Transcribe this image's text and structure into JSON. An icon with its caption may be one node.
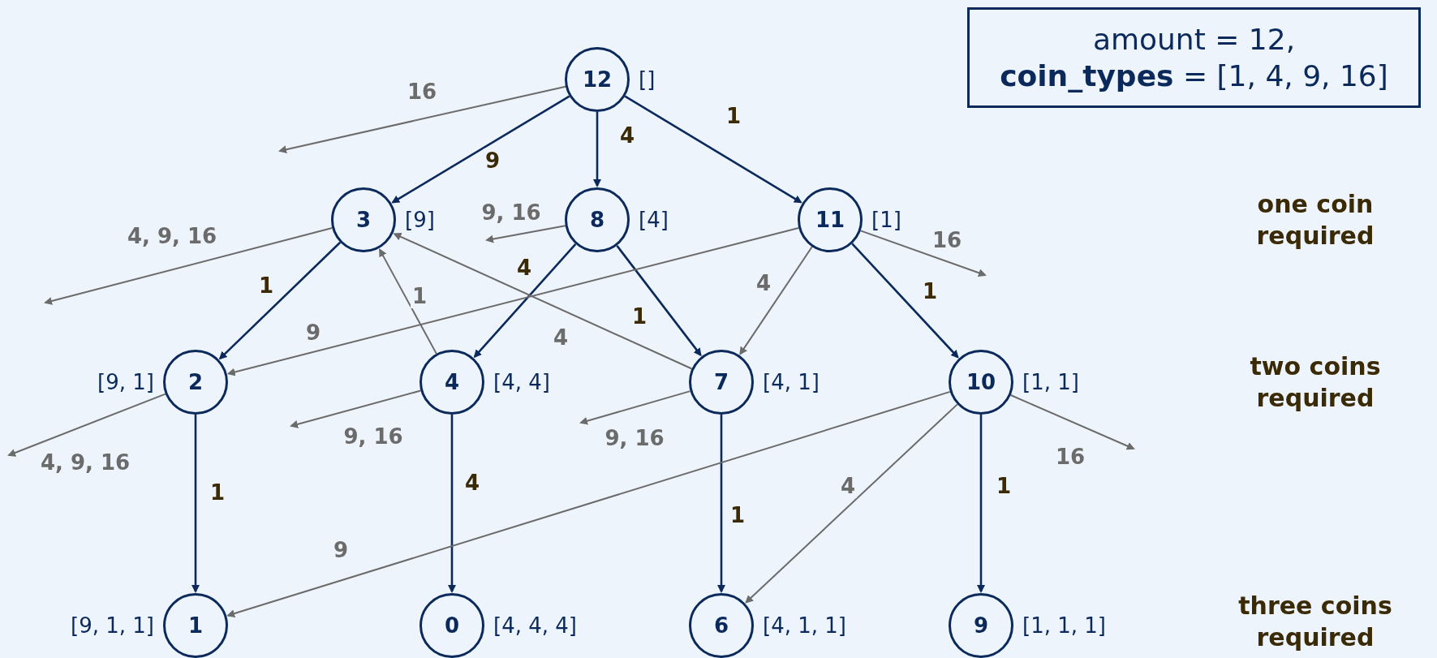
{
  "diagram": {
    "nodes": [
      {
        "text": [
          "12"
        ],
        "beside": [
          "[]"
        ]
      },
      {
        "text": [
          "3"
        ],
        "beside": [
          "[9]"
        ]
      },
      {
        "text": [
          "8"
        ],
        "beside": [
          "[4]"
        ]
      },
      {
        "text": [
          "11"
        ],
        "beside": [
          "[1]"
        ]
      },
      {
        "text": [
          "2"
        ],
        "beside": [
          "[9, 1]"
        ]
      },
      {
        "text": [
          "4"
        ],
        "beside": [
          "[4, 4]"
        ]
      },
      {
        "text": [
          "7"
        ],
        "beside": [
          "[4, 1]"
        ]
      },
      {
        "text": [
          "10"
        ],
        "beside": [
          "[1, 1]"
        ]
      },
      {
        "text": [
          "1"
        ],
        "beside": [
          "[9, 1, 1]"
        ]
      },
      {
        "text": [
          "0"
        ],
        "beside": [
          "[4, 4, 4]"
        ]
      },
      {
        "text": [
          "6"
        ],
        "beside": [
          "[4, 1, 1]"
        ]
      },
      {
        "text": [
          "9"
        ],
        "beside": [
          "[1, 1, 1]"
        ]
      },
      {
        "text": [
          "amount = 12,",
          "**coin_types** = [1, 4, 9, 16]"
        ]
      }
    ],
    "edges": [
      {
        "from": 0,
        "to": null,
        "arrow": "to",
        "label": "16"
      },
      {
        "from": 0,
        "to": 1,
        "arrow": "to",
        "label": "9",
        "color": "#0b2a5b"
      },
      {
        "from": 0,
        "to": 2,
        "arrow": "to",
        "label": "4",
        "color": "#0b2a5b"
      },
      {
        "from": 0,
        "to": 3,
        "arrow": "to",
        "label": "1",
        "color": "#0b2a5b"
      },
      {
        "from": 1,
        "to": null,
        "arrow": "to",
        "label": "4, 9, 16"
      },
      {
        "from": 2,
        "to": null,
        "arrow": "to",
        "label": "9, 16"
      },
      {
        "from": 3,
        "to": null,
        "arrow": "to",
        "label": "16"
      },
      {
        "from": 1,
        "to": 4,
        "arrow": "to",
        "label": "1",
        "color": "#0b2a5b"
      },
      {
        "from": 2,
        "to": 5,
        "arrow": "to",
        "label": "4",
        "color": "#0b2a5b"
      },
      {
        "from": 2,
        "to": 6,
        "arrow": "to",
        "label": "1",
        "color": "#0b2a5b"
      },
      {
        "from": 3,
        "to": 6,
        "arrow": "to",
        "label": "4"
      },
      {
        "from": 3,
        "to": 7,
        "arrow": "to",
        "label": "1",
        "color": "#0b2a5b"
      },
      {
        "from": 3,
        "to": 4,
        "arrow": "to",
        "label": "9"
      },
      {
        "from": 5,
        "to": 1,
        "arrow": "to",
        "label": "1"
      },
      {
        "from": 6,
        "to": 1,
        "arrow": "to",
        "label": "4"
      },
      {
        "from": 4,
        "to": null,
        "arrow": "to",
        "label": "4, 9, 16"
      },
      {
        "from": 5,
        "to": null,
        "arrow": "to",
        "label": "9, 16"
      },
      {
        "from": 6,
        "to": null,
        "arrow": "to",
        "label": "9, 16"
      },
      {
        "from": 7,
        "to": null,
        "arrow": "to",
        "label": "16"
      },
      {
        "from": 4,
        "to": 8,
        "arrow": "to",
        "label": "1",
        "color": "#0b2a5b"
      },
      {
        "from": 5,
        "to": 9,
        "arrow": "to",
        "label": "4",
        "color": "#0b2a5b"
      },
      {
        "from": 6,
        "to": 10,
        "arrow": "to",
        "label": "1",
        "color": "#0b2a5b"
      },
      {
        "from": 7,
        "to": 11,
        "arrow": "to",
        "label": "1",
        "color": "#0b2a5b"
      },
      {
        "from": 7,
        "to": 8,
        "arrow": "to",
        "label": "9"
      },
      {
        "from": 7,
        "to": 10,
        "arrow": "to",
        "label": "4"
      }
    ],
    "labels": [
      "one coin required",
      "two coins required",
      "three coins required"
    ]
  }
}
